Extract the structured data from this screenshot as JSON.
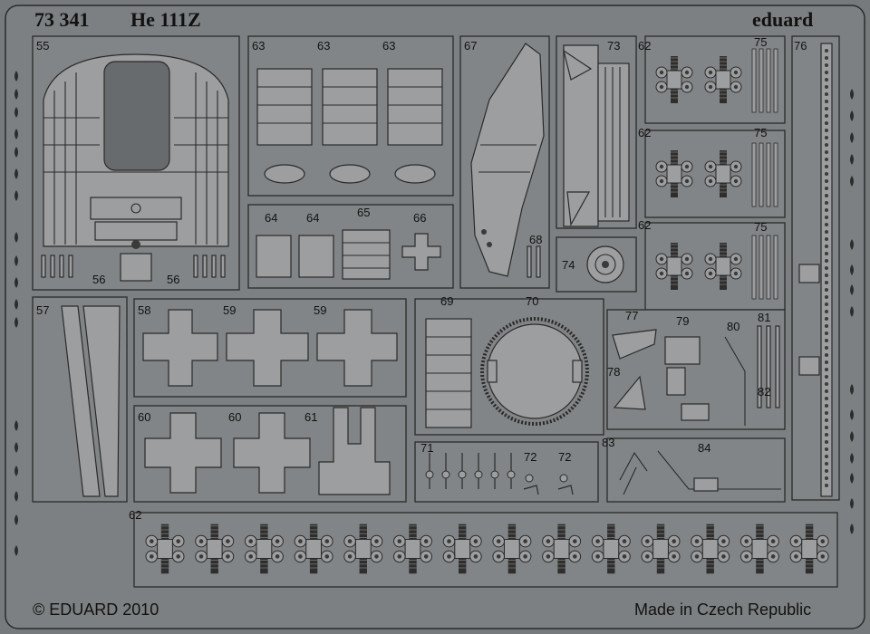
{
  "header": {
    "code": "73 341",
    "model": "He 111Z",
    "brand": "eduard"
  },
  "footer": {
    "copyright": "© EDUARD 2010",
    "origin": "Made in Czech Republic"
  },
  "part_numbers": {
    "p55": "55",
    "p56a": "56",
    "p56b": "56",
    "p57": "57",
    "p58": "58",
    "p59a": "59",
    "p59b": "59",
    "p60a": "60",
    "p60b": "60",
    "p61": "61",
    "p62a": "62",
    "p62b": "62",
    "p62c": "62",
    "p62d": "62",
    "p63a": "63",
    "p63b": "63",
    "p63c": "63",
    "p64a": "64",
    "p64b": "64",
    "p65": "65",
    "p66": "66",
    "p67": "67",
    "p68": "68",
    "p69": "69",
    "p70": "70",
    "p71": "71",
    "p72a": "72",
    "p72b": "72",
    "p73": "73",
    "p74": "74",
    "p75a": "75",
    "p75b": "75",
    "p75c": "75",
    "p76": "76",
    "p77": "77",
    "p78": "78",
    "p79": "79",
    "p80": "80",
    "p81": "81",
    "p82": "82",
    "p83": "83",
    "p84": "84"
  },
  "colors": {
    "fret": "#777a7c",
    "part_fill": "#9a9c9e",
    "outline": "#2c2c2c",
    "text": "#111111"
  }
}
